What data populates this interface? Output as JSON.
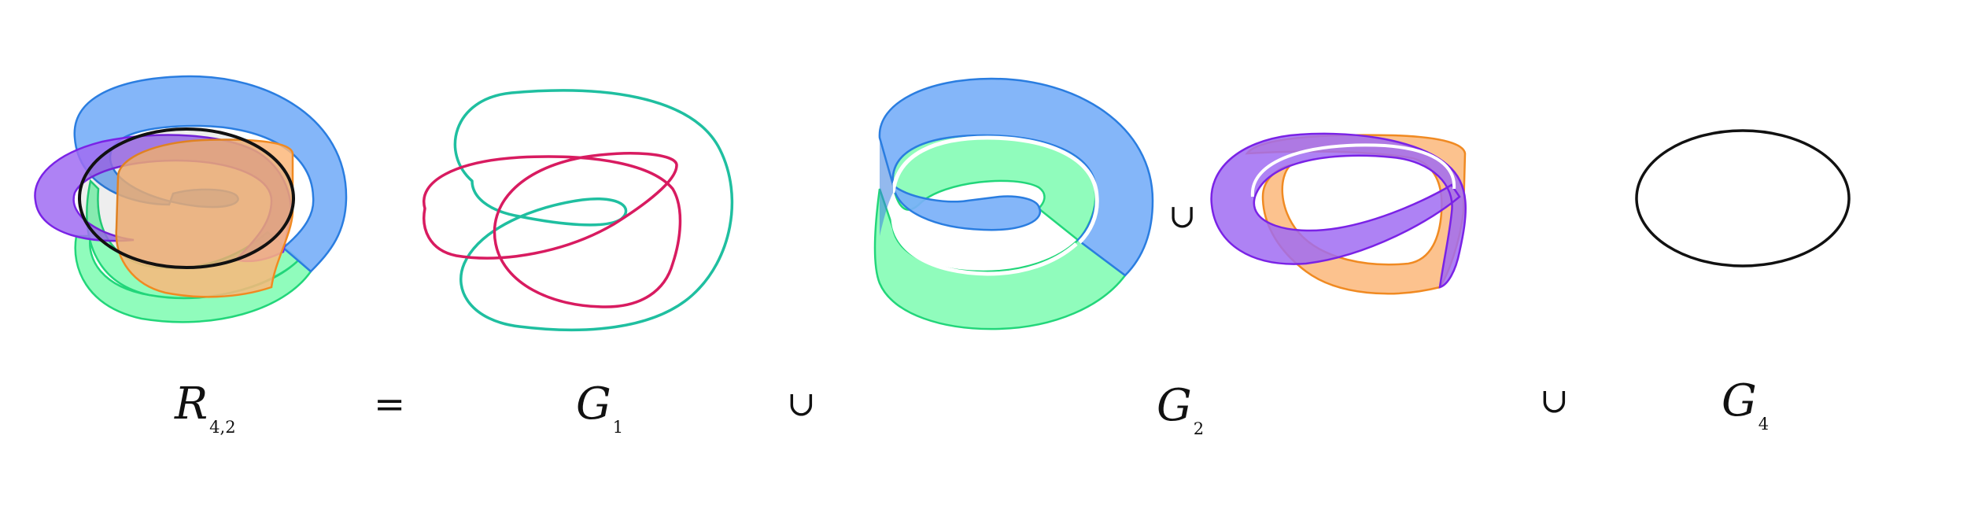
{
  "equation": {
    "lhs": {
      "base": "R",
      "sub": "4,2"
    },
    "equals": "=",
    "union": "∪",
    "terms": [
      {
        "base": "G",
        "sub": "1"
      },
      {
        "base": "G",
        "sub": "2"
      },
      {
        "base": "G",
        "sub": "4"
      }
    ],
    "inline_union": "∪"
  },
  "colors": {
    "blue": "#7ab0f8",
    "blue_edge": "#2a7de0",
    "green": "#7dfcb0",
    "green_edge": "#22d67a",
    "purple": "#a06cf2",
    "purple_edge": "#7a22e6",
    "orange": "#fcb77a",
    "orange_edge": "#f08a22",
    "teal": "#1fbfa0",
    "crimson": "#d81b60",
    "black": "#111111"
  }
}
